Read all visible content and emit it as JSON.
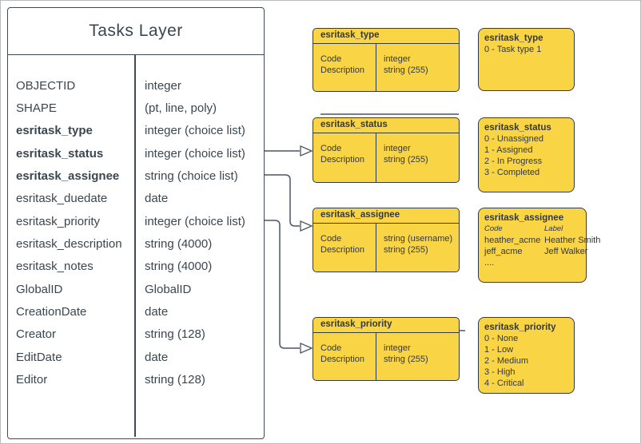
{
  "colors": {
    "box_fill_yellow": "#f9d546",
    "box_border_dark": "#303c47",
    "table_border": "#3d4a55",
    "connector": "#4a5663",
    "text": "#3a4650"
  },
  "tasks_table": {
    "title": "Tasks Layer",
    "rows": [
      {
        "name": "OBJECTID",
        "type": "integer",
        "bold": false
      },
      {
        "name": "SHAPE",
        "type": "(pt, line, poly)",
        "bold": false
      },
      {
        "name": "esritask_type",
        "type": "integer (choice list)",
        "bold": true
      },
      {
        "name": "esritask_status",
        "type": "integer (choice list)",
        "bold": true
      },
      {
        "name": "esritask_assignee",
        "type": "string (choice list)",
        "bold": true
      },
      {
        "name": "esritask_duedate",
        "type": "date",
        "bold": false
      },
      {
        "name": "esritask_priority",
        "type": "integer (choice list)",
        "bold": false
      },
      {
        "name": "esritask_description",
        "type": "string (4000)",
        "bold": false
      },
      {
        "name": "esritask_notes",
        "type": "string (4000)",
        "bold": false
      },
      {
        "name": "GlobalID",
        "type": "GlobalID",
        "bold": false
      },
      {
        "name": "CreationDate",
        "type": "date",
        "bold": false
      },
      {
        "name": "Creator",
        "type": "string (128)",
        "bold": false
      },
      {
        "name": "EditDate",
        "type": "date",
        "bold": false
      },
      {
        "name": "Editor",
        "type": "string (128)",
        "bold": false
      }
    ]
  },
  "schema_boxes": [
    {
      "title": "esritask_type",
      "fields": [
        {
          "name": "Code",
          "type": "integer"
        },
        {
          "name": "Description",
          "type": "string (255)"
        }
      ]
    },
    {
      "title": "esritask_status",
      "fields": [
        {
          "name": "Code",
          "type": "integer"
        },
        {
          "name": "Description",
          "type": "string (255)"
        }
      ]
    },
    {
      "title": "esritask_assignee",
      "fields": [
        {
          "name": "Code",
          "type": "string  (username)"
        },
        {
          "name": "Description",
          "type": "string (255)"
        }
      ]
    },
    {
      "title": "esritask_priority",
      "fields": [
        {
          "name": "Code",
          "type": "integer"
        },
        {
          "name": "Description",
          "type": "string (255)"
        }
      ]
    }
  ],
  "domain_boxes": [
    {
      "title": "esritask_type",
      "values": [
        "0 - Task type 1"
      ]
    },
    {
      "title": "esritask_status",
      "values": [
        "0 - Unassigned",
        "1 - Assigned",
        "2 - In Progress",
        "3 - Completed"
      ]
    },
    {
      "title": "esritask_assignee",
      "columns": {
        "code": "Code",
        "label": "Label"
      },
      "rows": [
        {
          "code": "heather_acme",
          "label": "Heather Smith"
        },
        {
          "code": "jeff_acme",
          "label": "Jeff Walker"
        }
      ],
      "ellipsis": "...."
    },
    {
      "title": "esritask_priority",
      "values": [
        "0 - None",
        "1 - Low",
        "2 - Medium",
        "3 - High",
        "4 - Critical"
      ]
    }
  ]
}
